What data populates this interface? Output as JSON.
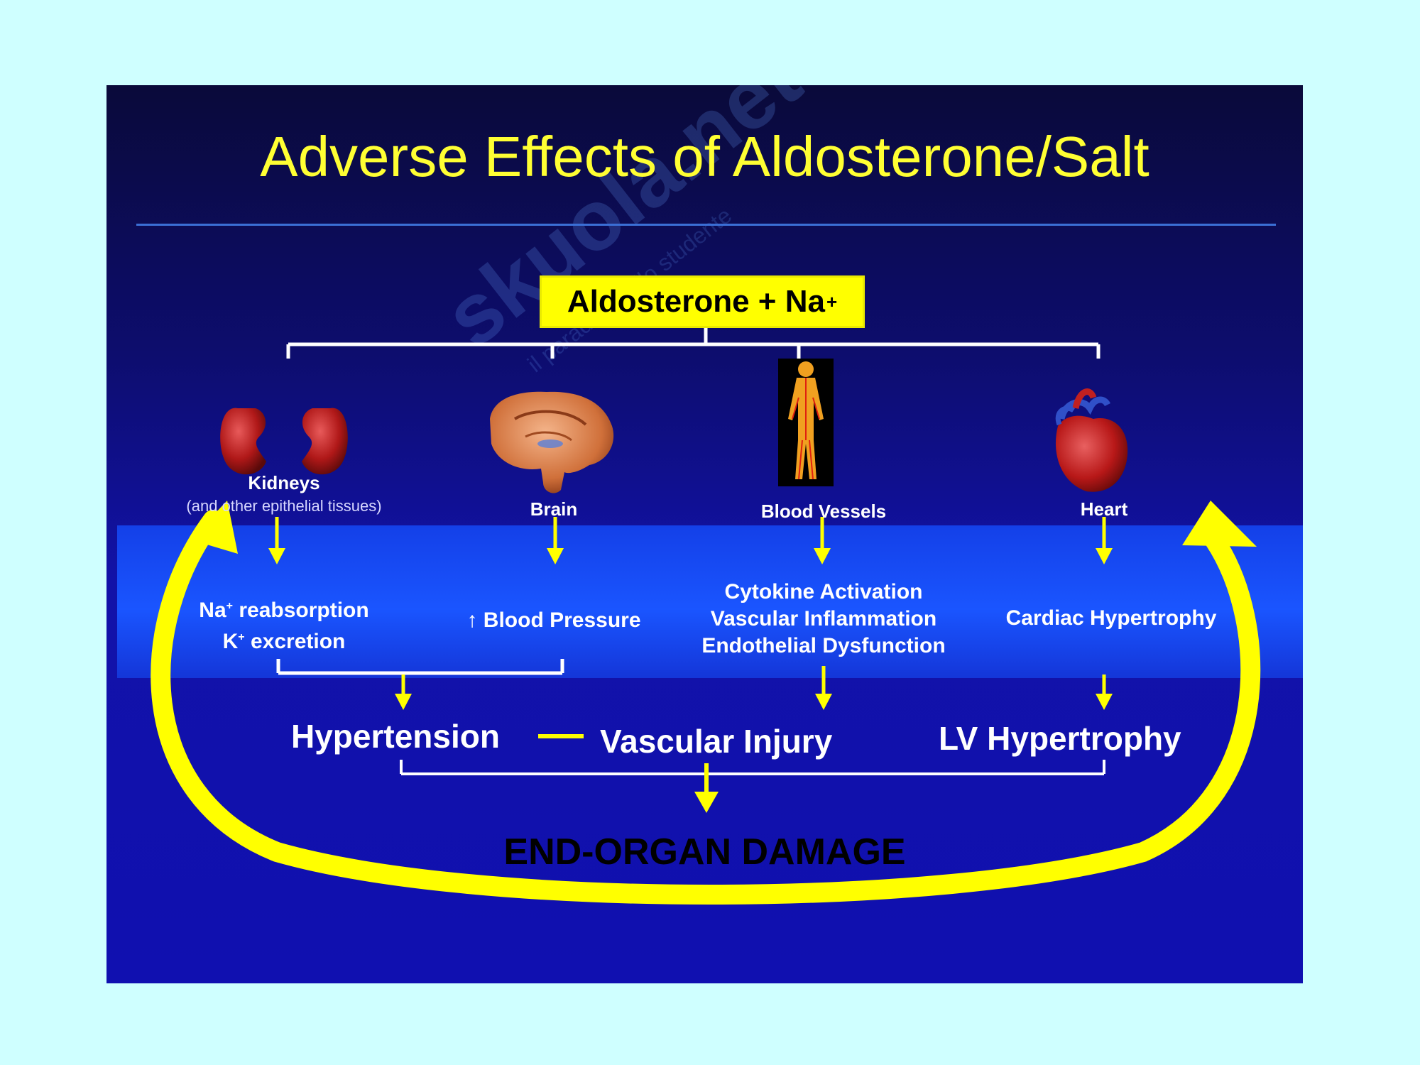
{
  "title": "Adverse Effects of Aldosterone/Salt",
  "source": {
    "main": "Aldosterone + Na",
    "superscript": "+"
  },
  "organs": [
    {
      "name": "Kidneys",
      "subtitle": "(and other epithelial tissues)",
      "icon": "kidney-icon"
    },
    {
      "name": "Brain",
      "icon": "brain-icon"
    },
    {
      "name": "Blood Vessels",
      "icon": "body-vessels-icon"
    },
    {
      "name": "Heart",
      "icon": "heart-icon"
    }
  ],
  "effects": {
    "kidneys": {
      "line1": "Na",
      "line1_sup": "+",
      "line1_rest": " reabsorption",
      "line2": "K",
      "line2_sup": "+",
      "line2_rest": " excretion"
    },
    "brain": {
      "arrow": "↑",
      "text": " Blood Pressure"
    },
    "vessels": [
      "Cytokine Activation",
      "Vascular Inflammation",
      "Endothelial Dysfunction"
    ],
    "heart": "Cardiac Hypertrophy"
  },
  "outcomes": {
    "hypertension": "Hypertension",
    "vascular_injury": "Vascular Injury",
    "lv_hypertrophy": "LV Hypertrophy"
  },
  "final": "END-ORGAN DAMAGE",
  "watermark": {
    "brand": "skuola.net",
    "tagline": "il paradiso dello studente"
  },
  "colors": {
    "accent": "#ffff00",
    "background": "#cfffff",
    "slide": "#1010b0",
    "band": "#1a55ff",
    "text": "#ffffff"
  }
}
